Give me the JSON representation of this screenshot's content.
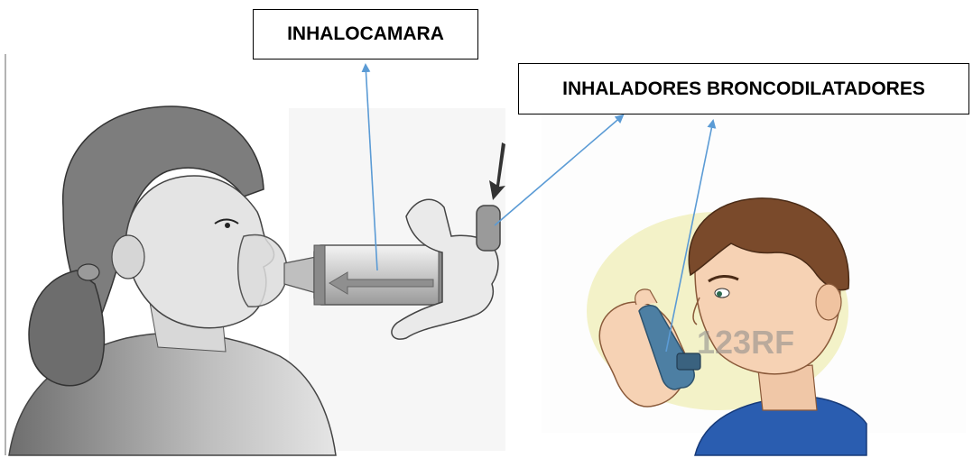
{
  "labels": {
    "spacer": "INHALOCAMARA",
    "inhalers": "INHALADORES BRONCODILATADORES"
  },
  "watermark": {
    "text": "123RF"
  },
  "colors": {
    "arrow": "#5b9bd5",
    "box_border": "#000000",
    "skin_girl": "#e6e6e6",
    "hair_girl": "#808080",
    "skin_man": "#f6d2b4",
    "hair_man": "#7a4a2b",
    "shirt_man": "#2a5db0",
    "inhaler_man": "#4d7fa3",
    "halo": "#f3f2c8"
  }
}
